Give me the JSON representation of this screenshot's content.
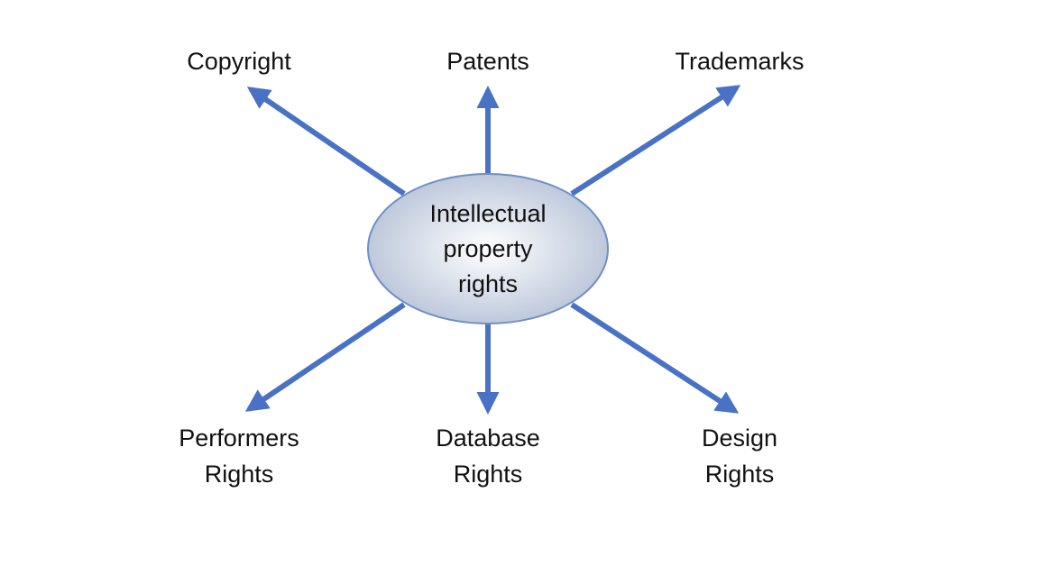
{
  "colors": {
    "arrow": "#4a72c4",
    "ellipse_fill_center": "#ffffff",
    "ellipse_fill_edge": "#b7c3d8",
    "ellipse_stroke": "#6f8fc5",
    "text": "#111111",
    "background": "#ffffff"
  },
  "center": {
    "lines": [
      "Intellectual",
      "property",
      "rights"
    ]
  },
  "branches": [
    {
      "id": "copyright",
      "lines": [
        "Copyright"
      ]
    },
    {
      "id": "patents",
      "lines": [
        "Patents"
      ]
    },
    {
      "id": "trademarks",
      "lines": [
        "Trademarks"
      ]
    },
    {
      "id": "performers-rights",
      "lines": [
        "Performers",
        "Rights"
      ]
    },
    {
      "id": "database-rights",
      "lines": [
        "Database",
        "Rights"
      ]
    },
    {
      "id": "design-rights",
      "lines": [
        "Design",
        "Rights"
      ]
    }
  ]
}
